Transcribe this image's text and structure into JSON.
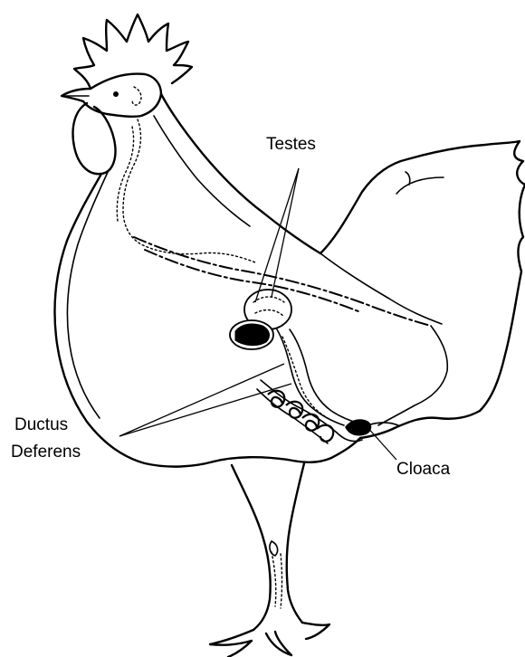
{
  "labels": {
    "testes": "Testes",
    "ductus_line1": "Ductus",
    "ductus_line2": "Deferens",
    "cloaca": "Cloaca"
  }
}
